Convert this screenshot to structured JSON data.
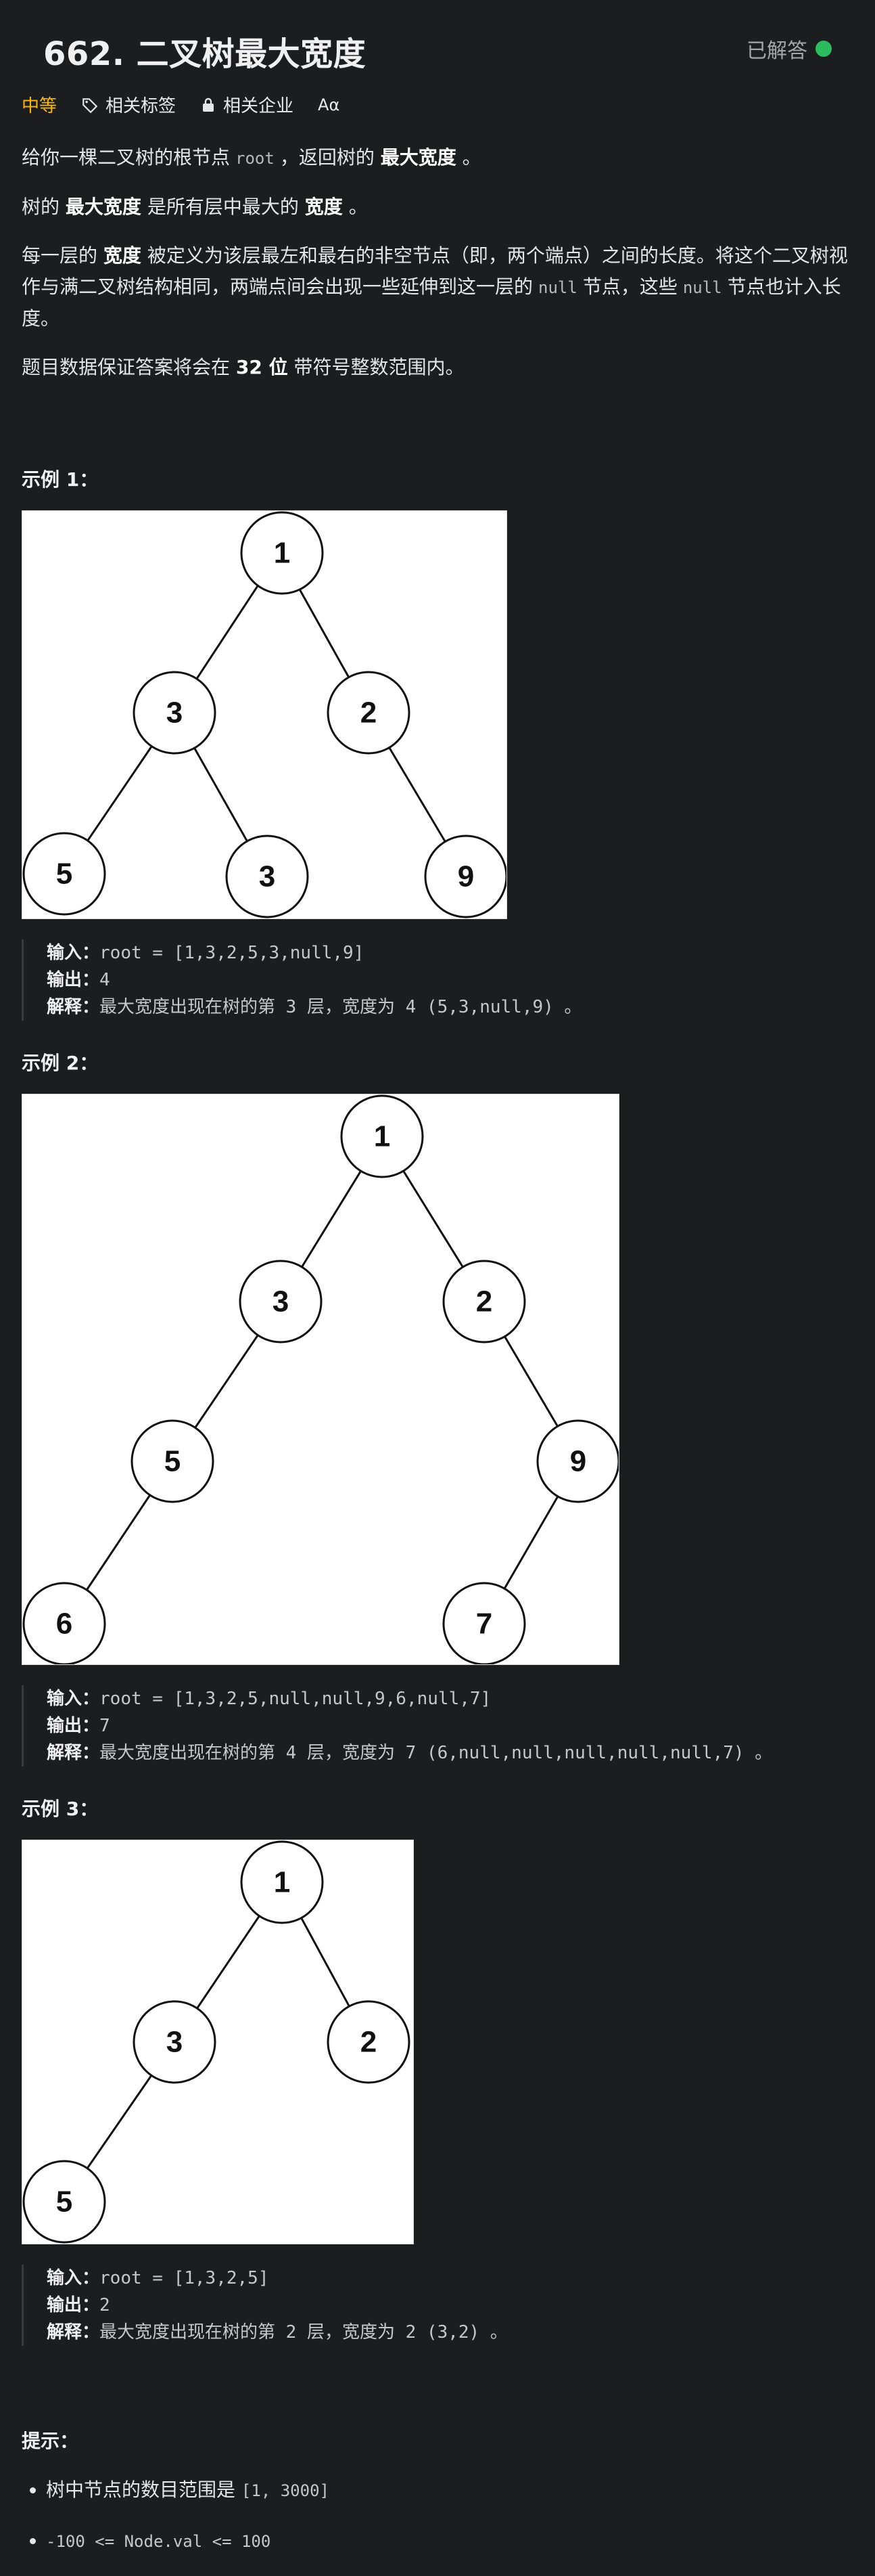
{
  "header": {
    "title": "662. 二叉树最大宽度",
    "status": "已解答",
    "status_color": "#2cbb5d"
  },
  "tags": {
    "difficulty": "中等",
    "difficulty_color": "#ffb800",
    "related_tags": "相关标签",
    "related_companies": "相关企业",
    "font_icon": "Aα"
  },
  "description": {
    "p1_a": "给你一棵二叉树的根节点",
    "p1_code": "root",
    "p1_b": "，返回树的",
    "p1_bold": "最大宽度",
    "p1_c": "。",
    "p2_a": "树的",
    "p2_bold1": "最大宽度",
    "p2_b": "是所有层中最大的",
    "p2_bold2": "宽度",
    "p2_c": "。",
    "p3_a": "每一层的",
    "p3_bold": "宽度",
    "p3_b": "被定义为该层最左和最右的非空节点（即，两个端点）之间的长度。将这个二叉树视作与满二叉树结构相同，两端点间会出现一些延伸到这一层的",
    "p3_code1": "null",
    "p3_c": "节点，这些",
    "p3_code2": "null",
    "p3_d": "节点也计入长度。",
    "p4_a": "题目数据保证答案将会在",
    "p4_bold": "32 位",
    "p4_b": "带符号整数范围内。"
  },
  "examples": [
    {
      "title": "示例 1：",
      "input_label": "输入：",
      "input": "root = [1,3,2,5,3,null,9]",
      "output_label": "输出：",
      "output": "4",
      "explain_label": "解释：",
      "explain": "最大宽度出现在树的第 3 层，宽度为 4 (5,3,null,9) 。",
      "nodes": [
        "1",
        "3",
        "2",
        "5",
        "3",
        "9"
      ]
    },
    {
      "title": "示例 2：",
      "input_label": "输入：",
      "input": "root = [1,3,2,5,null,null,9,6,null,7]",
      "output_label": "输出：",
      "output": "7",
      "explain_label": "解释：",
      "explain": "最大宽度出现在树的第 4 层，宽度为 7 (6,null,null,null,null,null,7) 。",
      "nodes": [
        "1",
        "3",
        "2",
        "5",
        "9",
        "6",
        "7"
      ]
    },
    {
      "title": "示例 3：",
      "input_label": "输入：",
      "input": "root = [1,3,2,5]",
      "output_label": "输出：",
      "output": "2",
      "explain_label": "解释：",
      "explain": "最大宽度出现在树的第 2 层，宽度为 2 (3,2) 。",
      "nodes": [
        "1",
        "3",
        "2",
        "5"
      ]
    }
  ],
  "hints": {
    "title": "提示：",
    "h1_text": "树中节点的数目范围是",
    "h1_code": "[1, 3000]",
    "h2_code": "-100 <= Node.val <= 100"
  }
}
